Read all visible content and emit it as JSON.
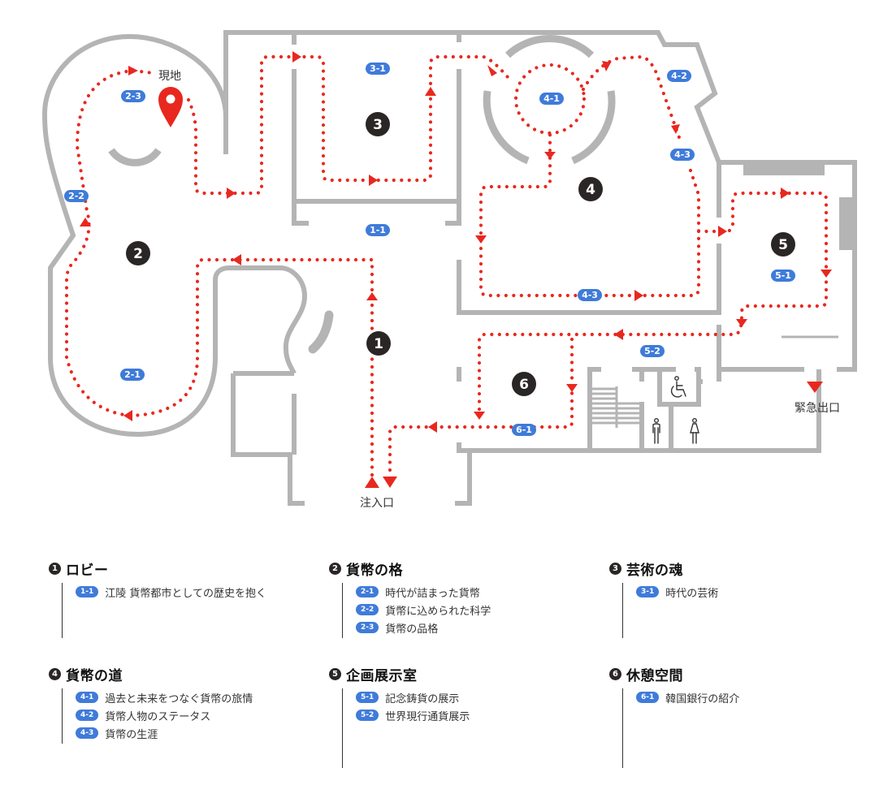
{
  "map": {
    "current_location_label": "現地",
    "entrance_label": "注入口",
    "emergency_exit_label": "緊急出口",
    "zones": [
      {
        "number": "1"
      },
      {
        "number": "2"
      },
      {
        "number": "3"
      },
      {
        "number": "4"
      },
      {
        "number": "5"
      },
      {
        "number": "6"
      }
    ],
    "badges": [
      "1-1",
      "2-1",
      "2-2",
      "2-3",
      "3-1",
      "4-1",
      "4-2",
      "4-3",
      "4-3",
      "5-1",
      "5-2",
      "6-1"
    ],
    "colors": {
      "route": "#e8281f",
      "badge": "#3f7bd9",
      "zone": "#2b2626",
      "wall": "#b4b4b4"
    },
    "facility_icons": [
      "wheelchair-icon",
      "male-restroom-icon",
      "female-restroom-icon",
      "stairs-icon"
    ]
  },
  "legend": [
    {
      "number": "1",
      "title": "ロビー",
      "items": [
        {
          "code": "1-1",
          "text": "江陵 貨幣都市としての歴史を抱く"
        }
      ]
    },
    {
      "number": "2",
      "title": "貨幣の格",
      "items": [
        {
          "code": "2-1",
          "text": "時代が詰まった貨幣"
        },
        {
          "code": "2-2",
          "text": "貨幣に込められた科学"
        },
        {
          "code": "2-3",
          "text": "貨幣の品格"
        }
      ]
    },
    {
      "number": "3",
      "title": "芸術の魂",
      "items": [
        {
          "code": "3-1",
          "text": "時代の芸術"
        }
      ]
    },
    {
      "number": "4",
      "title": "貨幣の道",
      "items": [
        {
          "code": "4-1",
          "text": "過去と未来をつなぐ貨幣の旅情"
        },
        {
          "code": "4-2",
          "text": "貨幣人物のステータス"
        },
        {
          "code": "4-3",
          "text": "貨幣の生涯"
        }
      ]
    },
    {
      "number": "5",
      "title": "企画展示室",
      "items": [
        {
          "code": "5-1",
          "text": "記念鋳貨の展示"
        },
        {
          "code": "5-2",
          "text": "世界現行通貨展示"
        }
      ]
    },
    {
      "number": "6",
      "title": "休憩空間",
      "items": [
        {
          "code": "6-1",
          "text": "韓国銀行の紹介"
        }
      ]
    }
  ]
}
